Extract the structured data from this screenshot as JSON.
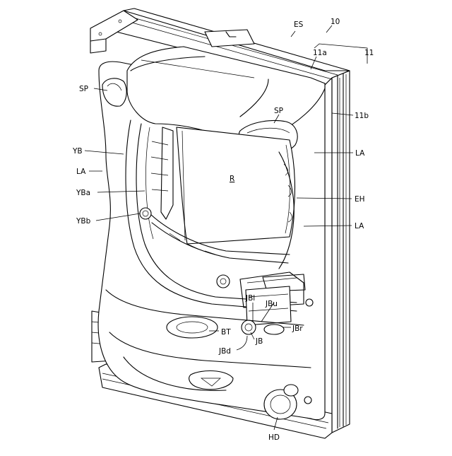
{
  "labels": {
    "ES": "ES",
    "n10": "10",
    "n11": "11",
    "n11a": "11a",
    "n11b": "11b",
    "SP_left": "SP",
    "SP_right": "SP",
    "YB": "YB",
    "LA_left": "LA",
    "LA_right_top": "LA",
    "LA_right_bottom": "LA",
    "R": "R",
    "YBa": "YBa",
    "EH": "EH",
    "YBb": "YBb",
    "JBl": "JBl",
    "JBu": "JBu",
    "JBr": "JBr",
    "BT": "BT",
    "JB": "JB",
    "JBd": "JBd",
    "HD": "HD"
  }
}
